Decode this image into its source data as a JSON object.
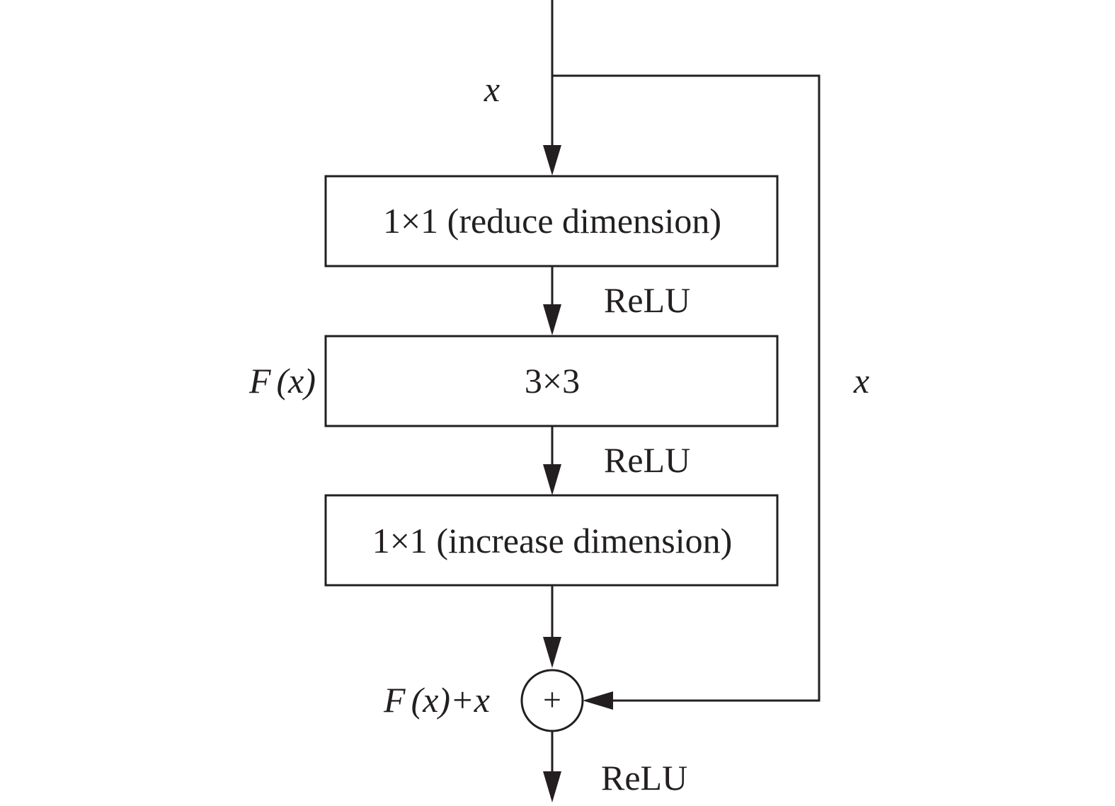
{
  "diagram": {
    "input_label": "x",
    "skip_label": "x",
    "residual_label_f": "F",
    "residual_label_arg": "(x)",
    "boxes": [
      {
        "label": "1×1 (reduce dimension)"
      },
      {
        "label": "3×3"
      },
      {
        "label": "1×1 (increase dimension)"
      }
    ],
    "relu_labels": [
      "ReLU",
      "ReLU",
      "ReLU"
    ],
    "sum_symbol": "+",
    "sum_label_f": "F",
    "sum_label_rest": "(x)+x"
  }
}
